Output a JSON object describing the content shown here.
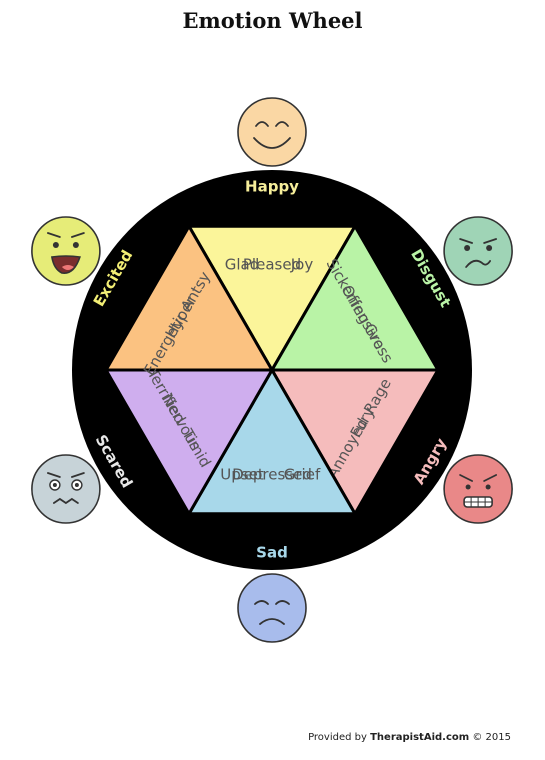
{
  "title": "Emotion Wheel",
  "footer": {
    "prefix": "Provided by",
    "brand": "TherapistAid.com",
    "suffix": "© 2015"
  },
  "emotions": [
    {
      "name": "Happy",
      "words": [
        "Glad",
        "Pleased",
        "Joy"
      ],
      "color": "#fbf59a",
      "label_color": "#f6ee9a",
      "face_color": "#fad7a4"
    },
    {
      "name": "Disgust",
      "words": [
        "Sickening",
        "Offensive",
        "Gross"
      ],
      "color": "#b9f3a6",
      "label_color": "#b9f3a6",
      "face_color": "#9fd4b6"
    },
    {
      "name": "Angry",
      "words": [
        "Annoyed",
        "Fury",
        "Rage"
      ],
      "color": "#f5bcbc",
      "label_color": "#f5bcbc",
      "face_color": "#e98888"
    },
    {
      "name": "Sad",
      "words": [
        "Upset",
        "Depressed",
        "Grief"
      ],
      "color": "#a8d8ea",
      "label_color": "#a8d8ea",
      "face_color": "#a8bcec"
    },
    {
      "name": "Scared",
      "words": [
        "Terrified",
        "Nervous",
        "Timid"
      ],
      "color": "#cfaeee",
      "label_color": "#e8e8e8",
      "face_color": "#c7d3d8"
    },
    {
      "name": "Excited",
      "words": [
        "Energetic",
        "Hyper",
        "Antsy"
      ],
      "color": "#fbc281",
      "label_color": "#f3ef75",
      "face_color": "#e6ec78"
    }
  ]
}
